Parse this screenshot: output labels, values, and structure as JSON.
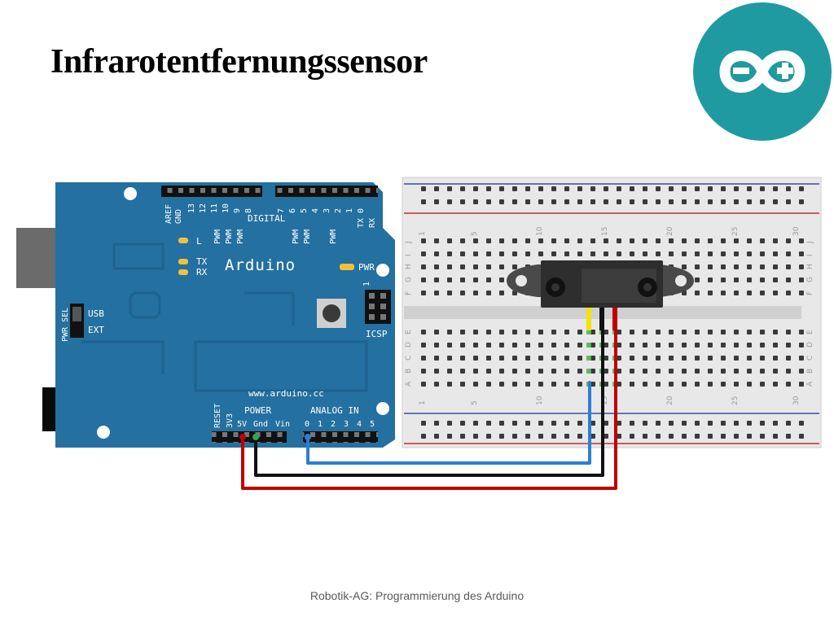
{
  "slide": {
    "title": "Infrarotentfernungssensor",
    "footer": "Robotik-AG: Programmierung des Arduino"
  },
  "logo": {
    "icon": "arduino-logo-icon",
    "color": "#1f9aa0"
  },
  "board": {
    "name": "Arduino",
    "url": "www.arduino.cc",
    "color": "#2470a0",
    "digital_label": "DIGITAL",
    "header_top_left": [
      "AREF",
      "GND",
      "13",
      "12",
      "11",
      "10",
      "9",
      "8"
    ],
    "header_top_right": [
      "7",
      "6",
      "5",
      "4",
      "3",
      "2",
      "1",
      "0"
    ],
    "tx_rx_top": [
      "TX",
      "RX"
    ],
    "pwm_label": "PWM",
    "led_l": "L",
    "led_tx": "TX",
    "led_rx": "RX",
    "led_pwr": "PWR",
    "pwr_sel": "PWR SEL",
    "usb": "USB",
    "ext": "EXT",
    "icsp": "ICSP",
    "icsp_pin": "1",
    "power_label": "POWER",
    "power_pins": [
      "RESET",
      "3V3",
      "5V",
      "Gnd",
      "Vin"
    ],
    "analog_label": "ANALOG IN",
    "analog_pins": [
      "0",
      "1",
      "2",
      "3",
      "4",
      "5"
    ]
  },
  "breadboard": {
    "column_numbers": [
      "1",
      "5",
      "10",
      "15",
      "20",
      "25",
      "30"
    ],
    "rows_top": [
      "J",
      "I",
      "H",
      "G",
      "F"
    ],
    "rows_bottom": [
      "E",
      "D",
      "C",
      "B",
      "A"
    ]
  },
  "wires": {
    "signal_color": "#2a7fd4",
    "ground_color": "#111111",
    "power_color": "#c00000",
    "signal_lead_color": "#f2e300"
  }
}
